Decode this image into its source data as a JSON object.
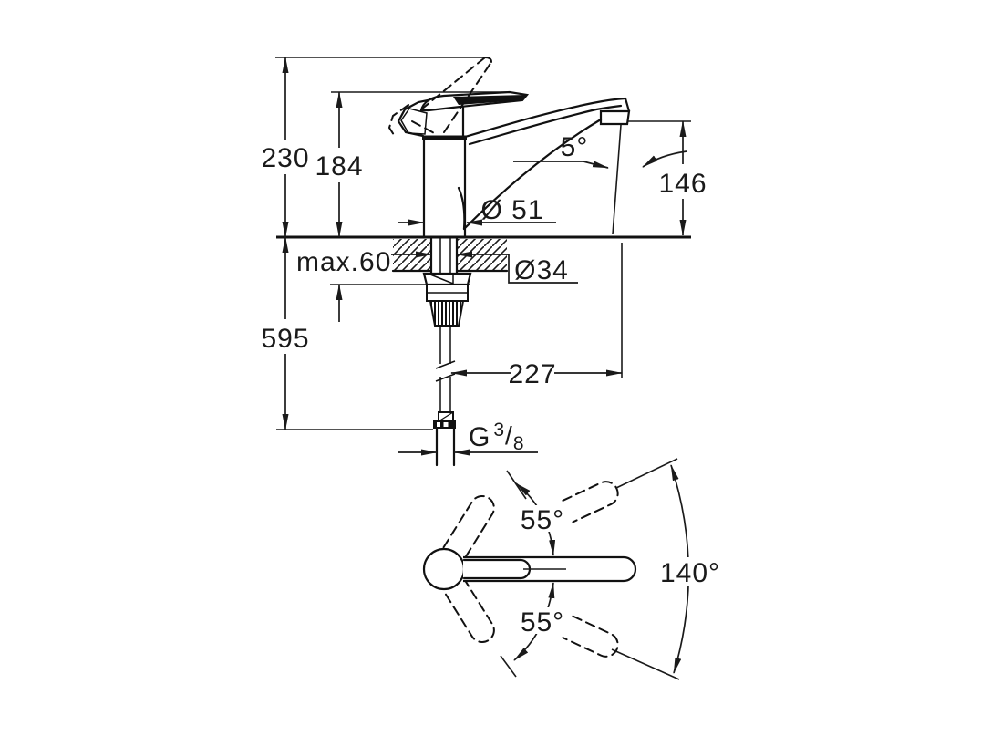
{
  "drawing": {
    "title": "faucet-dimensional-drawing",
    "colors": {
      "background": "#ffffff",
      "line": "#1a1a1a"
    },
    "side_view": {
      "dim_overall_height": "230",
      "dim_body_height": "184",
      "dim_spout_height": "146",
      "dim_base_diameter": "Ø 51",
      "dim_hole_diameter": "Ø34",
      "dim_max_counter_thickness": "max.60",
      "dim_hose_length": "595",
      "dim_spout_reach": "227",
      "dim_stream_angle": "5°",
      "thread": {
        "prefix": "G",
        "numerator": "3",
        "slash": "/",
        "denominator": "8"
      }
    },
    "top_view": {
      "dim_swivel_upper": "55°",
      "dim_swivel_lower": "55°",
      "dim_swivel_total": "140°"
    }
  }
}
